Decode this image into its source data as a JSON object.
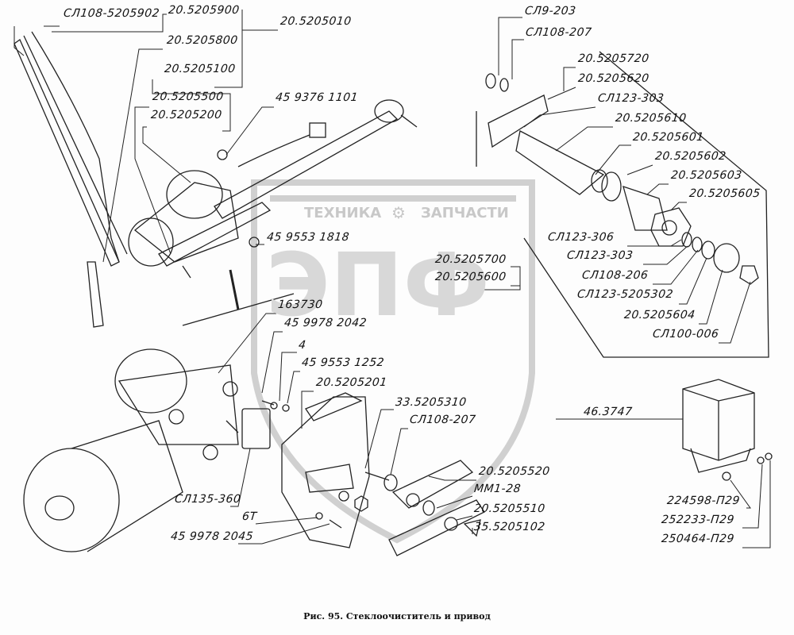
{
  "caption": "Рис. 95. Стеклоочиститель и привод",
  "watermark": {
    "left": "ТЕХНИКА",
    "right": "ЗАПЧАСТИ",
    "logo": "ЭПФ",
    "icon": "gear-icon"
  },
  "labels": [
    "СЛ108-5205902",
    "20.5205900",
    "20.5205010",
    "20.5205800",
    "20.5205100",
    "20.5205500",
    "20.5205200",
    "45 9376 1101",
    "45 9553 1818",
    "СЛ9-203",
    "СЛ108-207",
    "20.5205720",
    "20.5205620",
    "СЛ123-303",
    "20.5205610",
    "20.5205601",
    "20.5205602",
    "20.5205603",
    "20.5205605",
    "СЛ123-306",
    "СЛ123-303",
    "СЛ108-206",
    "СЛ123-5205302",
    "20.5205604",
    "СЛ100-006",
    "20.5205700",
    "20.5205600",
    "163730",
    "45 9978 2042",
    "4",
    "45 9553 1252",
    "20.5205201",
    "33.5205310",
    "СЛ108-207",
    "46.3747",
    "20.5205520",
    "ММ1-28",
    "20.5205510",
    "35.5205102",
    "СЛ135-360",
    "6Т",
    "45 9978 2045",
    "224598-П29",
    "252233-П29",
    "250464-П29"
  ]
}
